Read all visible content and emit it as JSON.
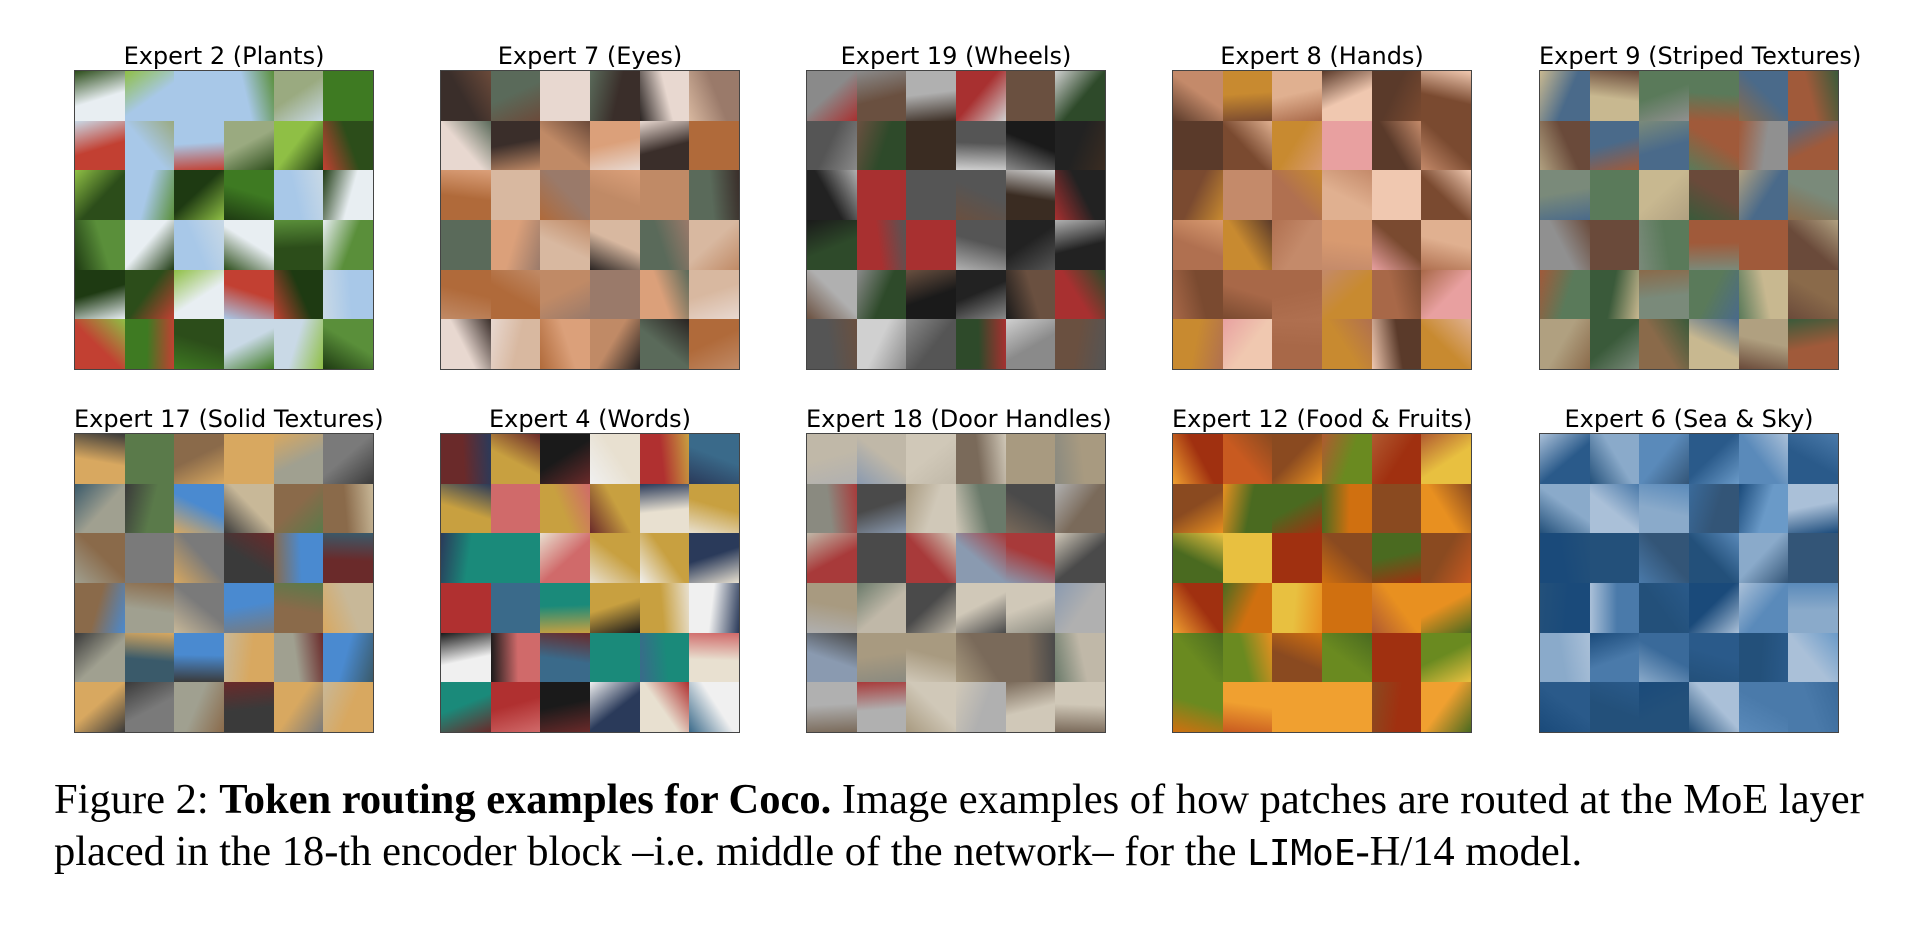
{
  "experts": [
    {
      "title": "Expert 2 (Plants)",
      "palette": [
        "#3e7a22",
        "#8fbf45",
        "#c9d9e6",
        "#2c4d1a",
        "#9aaa80",
        "#e8eef2",
        "#5a8f3a",
        "#a8c8e8",
        "#1e3a12",
        "#c24032"
      ]
    },
    {
      "title": "Expert 7 (Eyes)",
      "palette": [
        "#c08a66",
        "#6b4a3a",
        "#dba07a",
        "#3a2e2a",
        "#9a7a6a",
        "#e8d8d0",
        "#b06a3a",
        "#5a6a5a",
        "#d8b8a0",
        "#2a2422"
      ]
    },
    {
      "title": "Expert 19 (Wheels)",
      "palette": [
        "#222222",
        "#555555",
        "#8a8a8a",
        "#3a2c22",
        "#b0b0b0",
        "#1a1a1a",
        "#6a5040",
        "#d0d0d0",
        "#2e4a2a",
        "#a83030"
      ]
    },
    {
      "title": "Expert 8 (Hands)",
      "palette": [
        "#c48a6a",
        "#a86848",
        "#e0b090",
        "#7a4a30",
        "#d89a70",
        "#f0c8b0",
        "#c88a30",
        "#5a3a2a",
        "#b07050",
        "#e8a0a0"
      ]
    },
    {
      "title": "Expert 9 (Striped Textures)",
      "palette": [
        "#8a6a4a",
        "#5a7a5a",
        "#b0a080",
        "#6a4a3a",
        "#3a5a3a",
        "#c8b890",
        "#7a8a7a",
        "#a05a3a",
        "#4a6a8a",
        "#909090"
      ]
    },
    {
      "title": "Expert 17 (Solid Textures)",
      "palette": [
        "#8a6a4a",
        "#4a8ad0",
        "#7a7a7a",
        "#3a3a3a",
        "#5a7a4a",
        "#c8b898",
        "#3a5a6a",
        "#d8a860",
        "#6a2a2a",
        "#a0a090"
      ]
    },
    {
      "title": "Expert 4 (Words)",
      "palette": [
        "#b03030",
        "#2a3a5a",
        "#e8e0d0",
        "#1a8a7a",
        "#c8a040",
        "#6a2a2a",
        "#3a6a8a",
        "#f0f0f0",
        "#1a1a1a",
        "#d06a6a"
      ]
    },
    {
      "title": "Expert 18 (Door Handles)",
      "palette": [
        "#8a8a80",
        "#a89a80",
        "#6a7a6a",
        "#c0b8a8",
        "#4a4a4a",
        "#8a9ab0",
        "#a83a3a",
        "#d0c8b8",
        "#7a6a5a",
        "#b0b0b0"
      ]
    },
    {
      "title": "Expert 12 (Food & Fruits)",
      "palette": [
        "#d07010",
        "#e89020",
        "#a03010",
        "#c85a20",
        "#6a8a20",
        "#e8c040",
        "#8a4a20",
        "#f0a030",
        "#b05a30",
        "#4a6a20"
      ]
    },
    {
      "title": "Expert 6 (Sea & Sky)",
      "palette": [
        "#2a5a8a",
        "#3a6a9a",
        "#8aaaca",
        "#1a4a7a",
        "#5a8aba",
        "#aac0d8",
        "#23507a",
        "#4a7aaa",
        "#6a9ac8",
        "#335577"
      ]
    }
  ],
  "caption": {
    "prefix": "Figure 2: ",
    "bold": "Token routing examples for Coco.",
    "text1": " Image examples of how patches are routed at the MoE layer placed in the 18-th encoder block –i.e. middle of the network– for the ",
    "mono": "LIMoE",
    "text2": "-H/14 model."
  }
}
